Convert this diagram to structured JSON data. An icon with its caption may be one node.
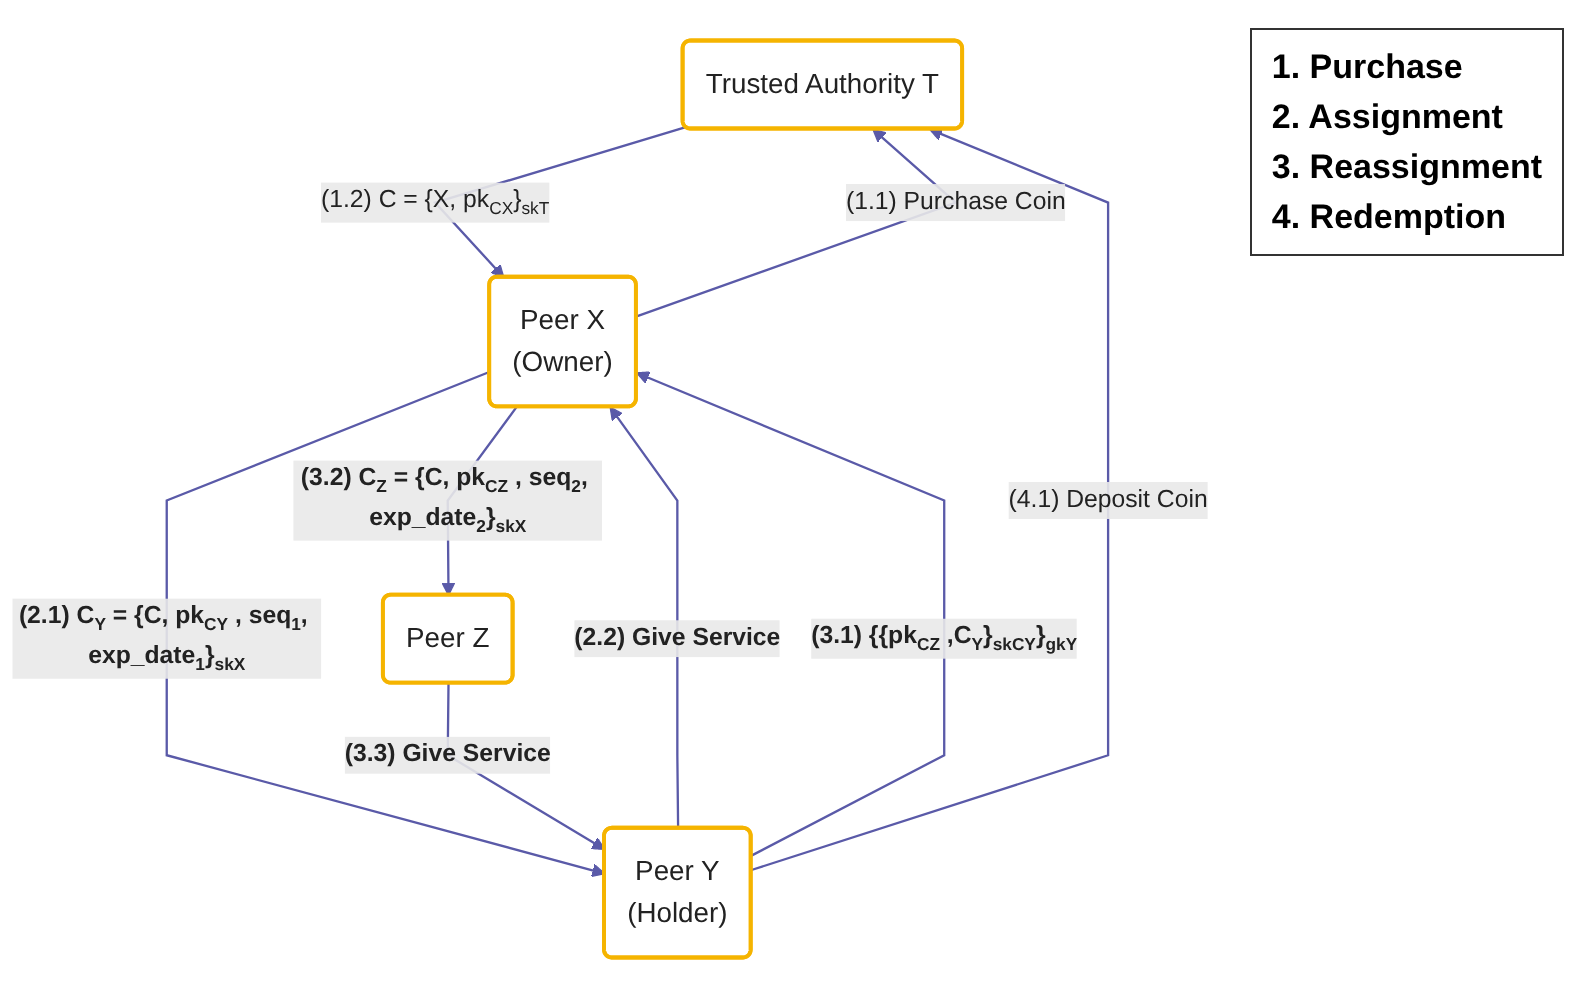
{
  "diagram": {
    "nodes": [
      {
        "text": [
          "Trusted Authority T"
        ]
      },
      {
        "text": [
          "Peer X",
          "(Owner)"
        ]
      },
      {
        "text": [
          "Peer Y",
          "(Holder)"
        ]
      },
      {
        "text": [
          "Peer Z"
        ]
      }
    ],
    "edges": [
      {
        "from": 1,
        "to": 0,
        "arrow": "to",
        "label": "(1.1) Purchase Coin"
      },
      {
        "from": 0,
        "to": 1,
        "arrow": "to",
        "label": "(1.2) C = {X, pk$_{CX}$}$_{skT}$"
      },
      {
        "from": 1,
        "to": 2,
        "arrow": "to",
        "label": "(2.1) C$_{Y}$ = {C, pk$_{CY}$ , seq$_{1}$, exp_date$_{1}$}$_{skX}$"
      },
      {
        "from": 2,
        "to": 1,
        "arrow": "to",
        "label": "(2.2) Give Service"
      },
      {
        "from": 2,
        "to": 1,
        "arrow": "to",
        "label": "(3.1) {{pk$_{CZ}$ ,C$_{Y}$}$_{skCY}$}$_{gkY}$"
      },
      {
        "from": 1,
        "to": 3,
        "arrow": "to",
        "label": "(3.2) C$_{Z}$ = {C, pk$_{CZ}$ , seq$_{2}$, exp_date$_{2}$}$_{skX}$"
      },
      {
        "from": 3,
        "to": 2,
        "arrow": "to",
        "label": "(3.3) Give Service"
      },
      {
        "from": 2,
        "to": 0,
        "arrow": "to",
        "label": "(4.1) Deposit Coin"
      }
    ],
    "labels": [
      "1. Purchase",
      "2. Assignment",
      "3. Reassignment",
      "4. Redemption"
    ]
  }
}
